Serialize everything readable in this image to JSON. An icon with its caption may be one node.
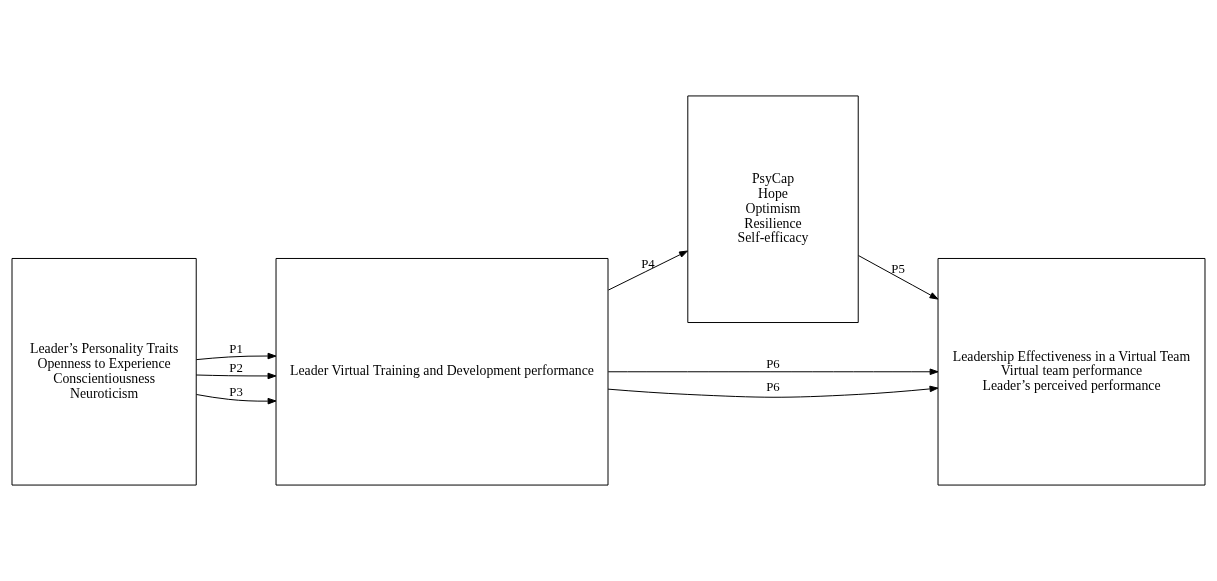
{
  "diagram": {
    "nodes": [
      {
        "text": [
          "Leader’s Personality Traits",
          "Openness to Experience",
          "Conscientiousness",
          "Neuroticism"
        ]
      },
      {
        "text": [
          "Leader Virtual Training and Development performance"
        ]
      },
      {
        "text": [
          "PsyCap",
          "Hope",
          "Optimism",
          "Resilience",
          "Self-efficacy"
        ]
      },
      {
        "text": [
          "Leadership Effectiveness in a Virtual Team",
          "Virtual team performance",
          "Leader’s perceived performance"
        ]
      }
    ],
    "edges": [
      {
        "from": 0,
        "to": 1,
        "arrow": "to",
        "label": "P1"
      },
      {
        "from": 0,
        "to": 1,
        "arrow": "to",
        "label": "P2"
      },
      {
        "from": 0,
        "to": 1,
        "arrow": "to",
        "label": "P3"
      },
      {
        "from": 1,
        "to": 2,
        "arrow": "to",
        "label": "P4"
      },
      {
        "from": 2,
        "to": 3,
        "arrow": "to",
        "label": "P5"
      },
      {
        "from": 1,
        "to": 3,
        "arrow": "to",
        "label": "P6"
      },
      {
        "from": 1,
        "to": 3,
        "arrow": "to",
        "label": "P6"
      }
    ]
  }
}
